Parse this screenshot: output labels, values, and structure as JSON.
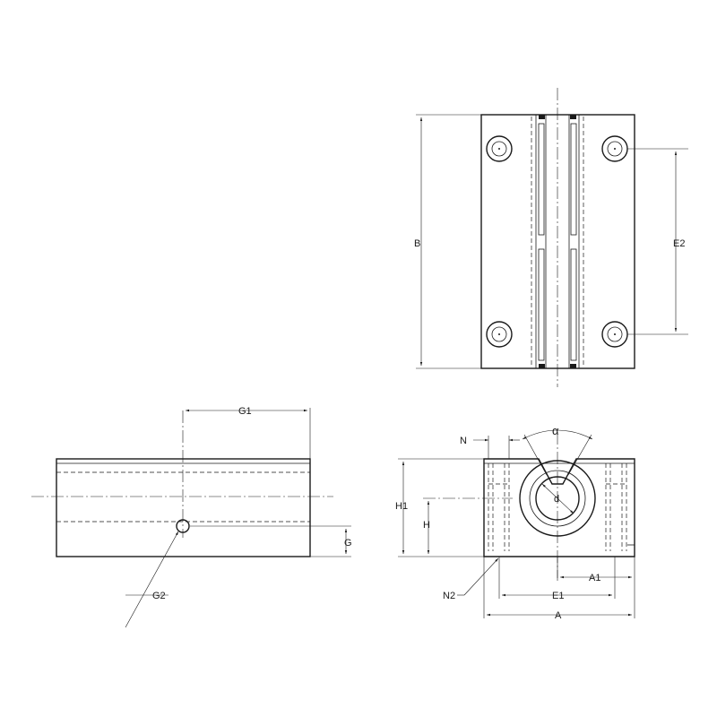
{
  "labels": {
    "B": "B",
    "E2": "E2",
    "G1": "G1",
    "G": "G",
    "G2": "G2",
    "N": "N",
    "alpha": "α",
    "d": "d",
    "H1": "H1",
    "H": "H",
    "N2": "N2",
    "A1": "A1",
    "E1": "E1",
    "A": "A"
  },
  "colors": {
    "line": "#1a1a1a",
    "background": "#ffffff"
  }
}
